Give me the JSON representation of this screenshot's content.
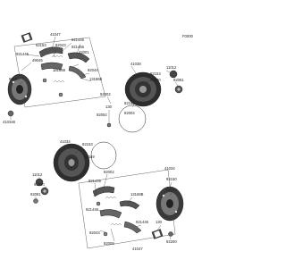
{
  "figure_code": "F0000",
  "labels": {
    "l01": "41047",
    "l02": "921446",
    "l03": "92153",
    "l04": "92043",
    "l05": "921456",
    "l06": "42001",
    "l07": "921446",
    "l08": "49045",
    "l09": "92150",
    "l10": "131868",
    "l11": "92044",
    "l12": "131868",
    "l13": "410346",
    "l14": "92002",
    "l15": "130",
    "l16": "92004",
    "l17": "92153",
    "l18": "41038",
    "l19": "92153",
    "l20": "11012",
    "l21": "92200",
    "l22": "92081",
    "l23": "92052",
    "l24": "41034",
    "l25": "92153",
    "l26": "92049",
    "l27": "11012",
    "l28": "92200",
    "l29": "92081",
    "l30": "41034",
    "l31": "92150",
    "l32": "92153",
    "l33": "92002",
    "l34": "921446",
    "l35": "921446",
    "l36": "13168B",
    "l37": "921446",
    "l38": "92043",
    "l39": "92009",
    "l40": "41047",
    "l41": "130",
    "l42": "92200"
  }
}
